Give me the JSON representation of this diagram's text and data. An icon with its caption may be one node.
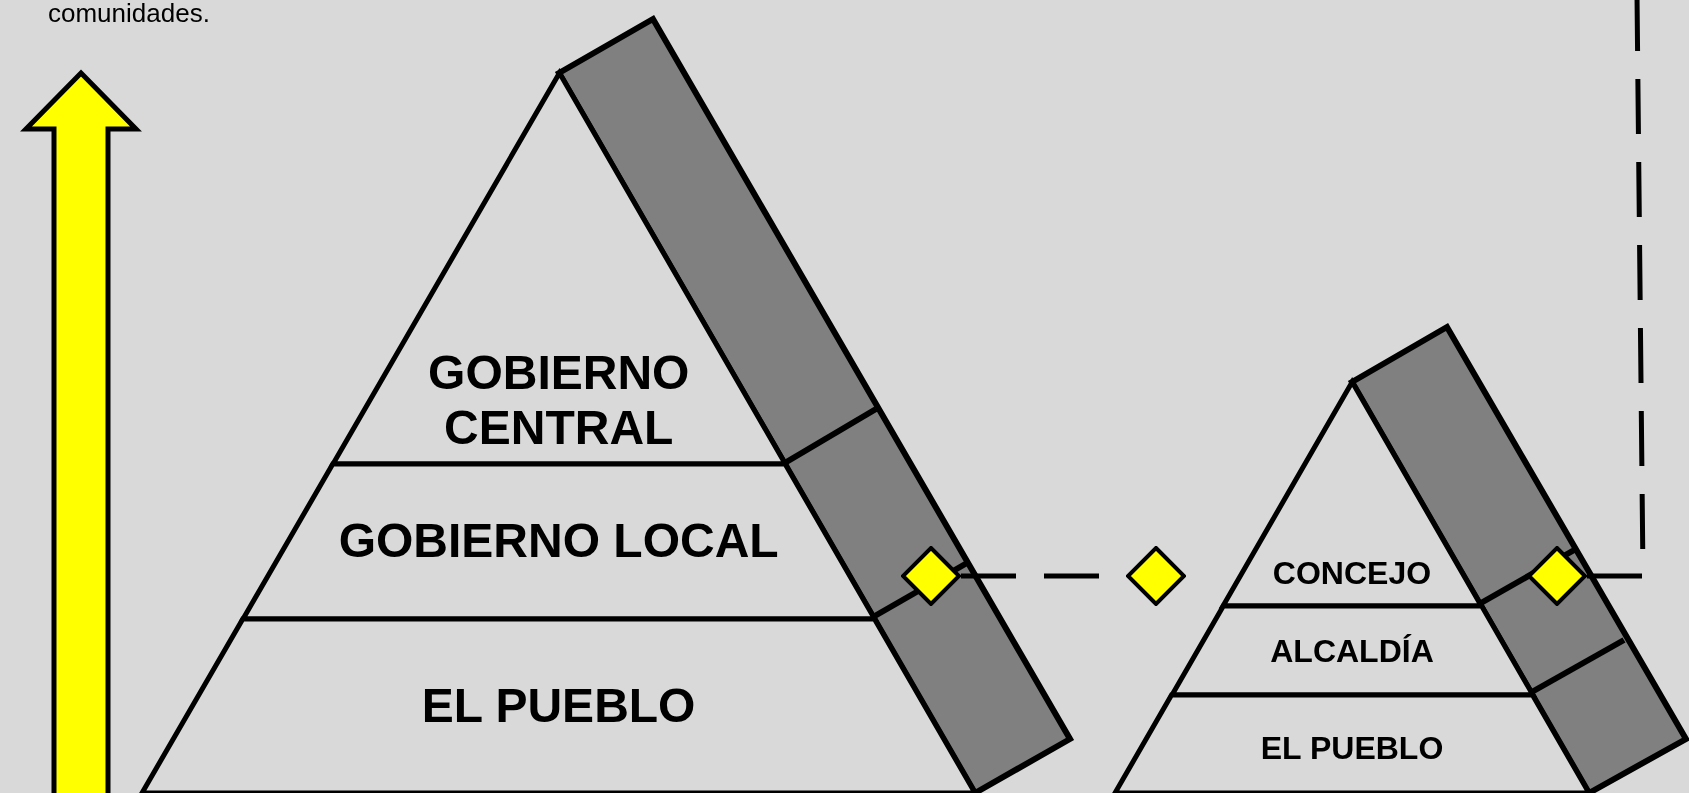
{
  "diagram": {
    "nodes": [
      {
        "text": [
          "GOBIERNO CENTRAL"
        ]
      },
      {
        "text": [
          "GOBIERNO LOCAL"
        ]
      },
      {
        "text": [
          "EL PUEBLO"
        ]
      },
      {
        "text": [],
        "shape": "diamond"
      },
      {
        "text": [],
        "shape": "diamond"
      },
      {
        "text": [
          "CONCEJO"
        ]
      },
      {
        "text": [
          "ALCALDÍA"
        ]
      },
      {
        "text": [
          "EL PUEBLO"
        ]
      },
      {
        "text": [],
        "shape": "diamond"
      }
    ],
    "edges": [
      {
        "from": 3,
        "to": 4,
        "arrow": "none",
        "style": "dashed"
      },
      {
        "from": 8,
        "to": null,
        "arrow": "none",
        "style": "dashed"
      }
    ],
    "labels": [
      "comunidades."
    ]
  }
}
